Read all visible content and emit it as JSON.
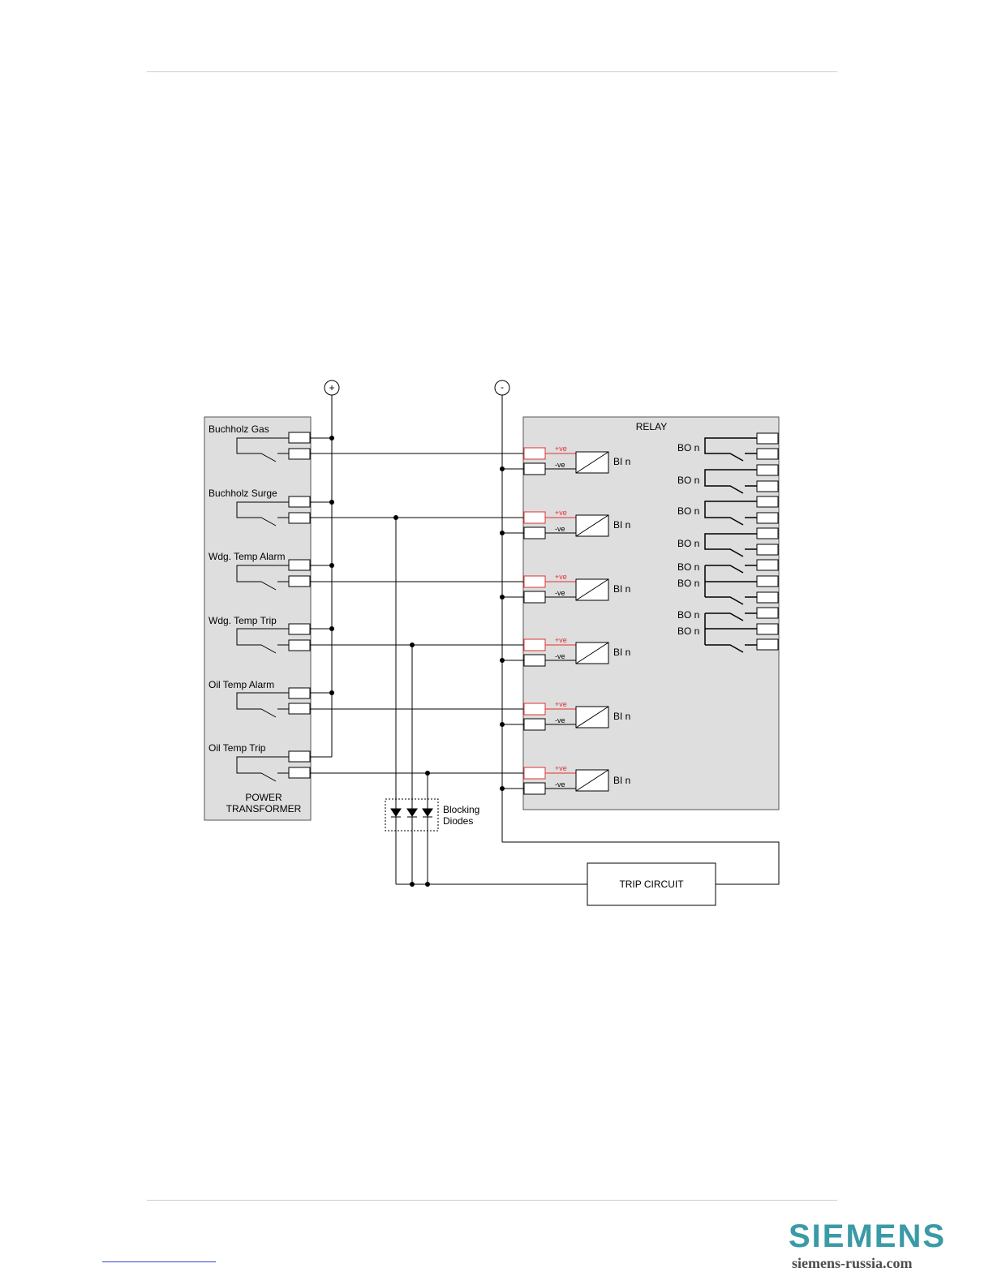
{
  "power_symbols": {
    "plus": "+",
    "minus": "-"
  },
  "transformer": {
    "inputs": [
      "Buchholz Gas",
      "Buchholz Surge",
      "Wdg. Temp Alarm",
      "Wdg. Temp Trip",
      "Oil Temp Alarm",
      "Oil Temp Trip"
    ],
    "title_line1": "POWER",
    "title_line2": "TRANSFORMER"
  },
  "relay": {
    "title": "RELAY",
    "bi_label": "BI n",
    "bo_label": "BO n",
    "pos_label": "+ve",
    "neg_label": "-ve"
  },
  "diodes": {
    "label_line1": "Blocking",
    "label_line2": "Diodes"
  },
  "trip_circuit": "TRIP CIRCUIT",
  "brand": {
    "name": "SIEMENS",
    "site": "siemens-russia.com",
    "color": "#3a9aa6"
  },
  "colors": {
    "panel": "#dedede",
    "positive_terminal": "#e03030"
  }
}
